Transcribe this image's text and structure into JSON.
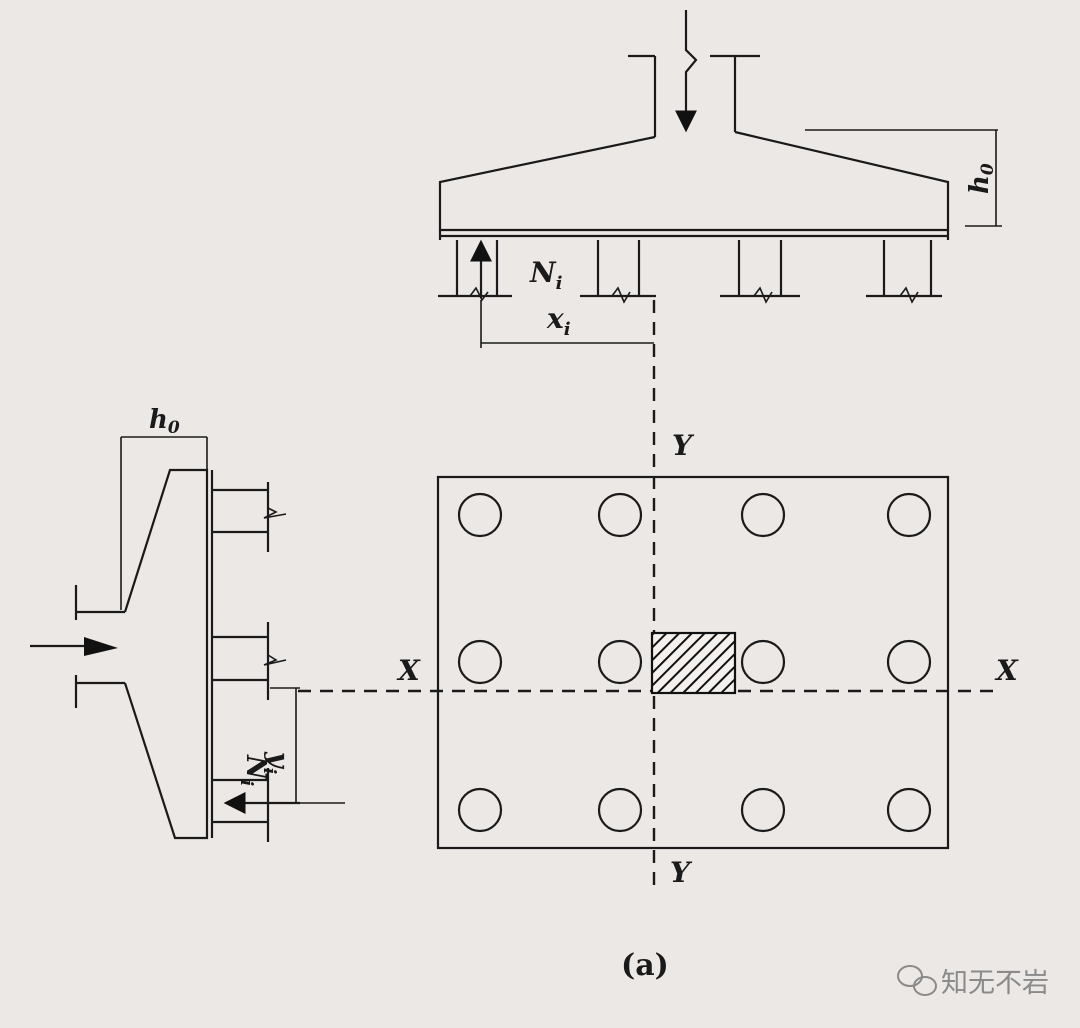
{
  "labels": {
    "h0": "h",
    "h0_sub": "0",
    "Ni": "N",
    "Ni_sub": "i",
    "xi": "x",
    "xi_sub": "i",
    "yi": "y",
    "yi_sub": "i",
    "axis_x": "X",
    "axis_y": "Y"
  },
  "caption": "(a)",
  "watermark": "知无不岩",
  "pile_grid": {
    "rows": 3,
    "cols": 4
  }
}
